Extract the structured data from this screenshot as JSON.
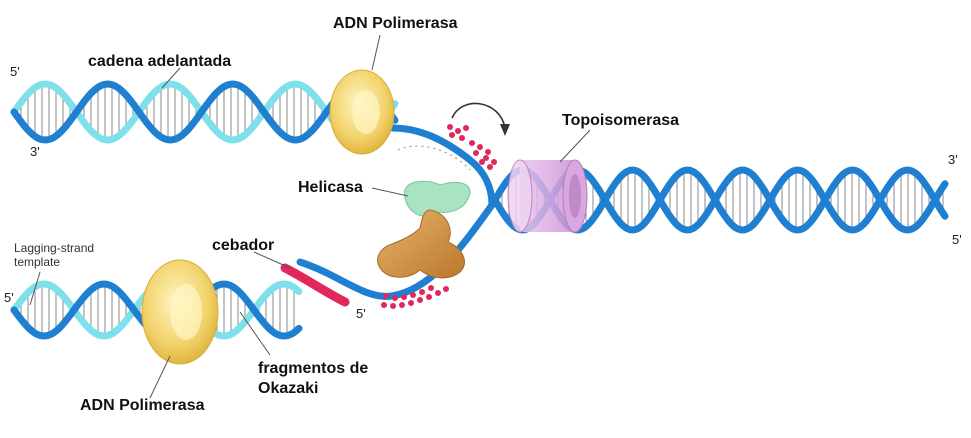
{
  "labels": {
    "leading_strand": "cadena adelantada",
    "polymerase_top": "ADN Polimerasa",
    "topoisomerase": "Topoisomerasa",
    "helicase": "Helicasa",
    "primer": "cebador",
    "okazaki_line1": "fragmentos de",
    "okazaki_line2": "Okazaki",
    "polymerase_bottom": "ADN Polimerasa",
    "lagging_template_line1": "Lagging-strand",
    "lagging_template_line2": "template"
  },
  "ends": {
    "top_left_5": "5'",
    "top_left_3": "3'",
    "right_3": "3'",
    "right_5": "5'",
    "bottom_left_5": "5'",
    "primer_5": "5'"
  },
  "colors": {
    "strand_dark": "#1f7fd0",
    "strand_light": "#7fe0ec",
    "polymerase": "#f2d26a",
    "topoisomerase": "#e2b6e6",
    "helicase": "#a8e4c2",
    "primase": "#d79a44",
    "primer": "#e0285c",
    "ssb_dots": "#e0285c"
  }
}
